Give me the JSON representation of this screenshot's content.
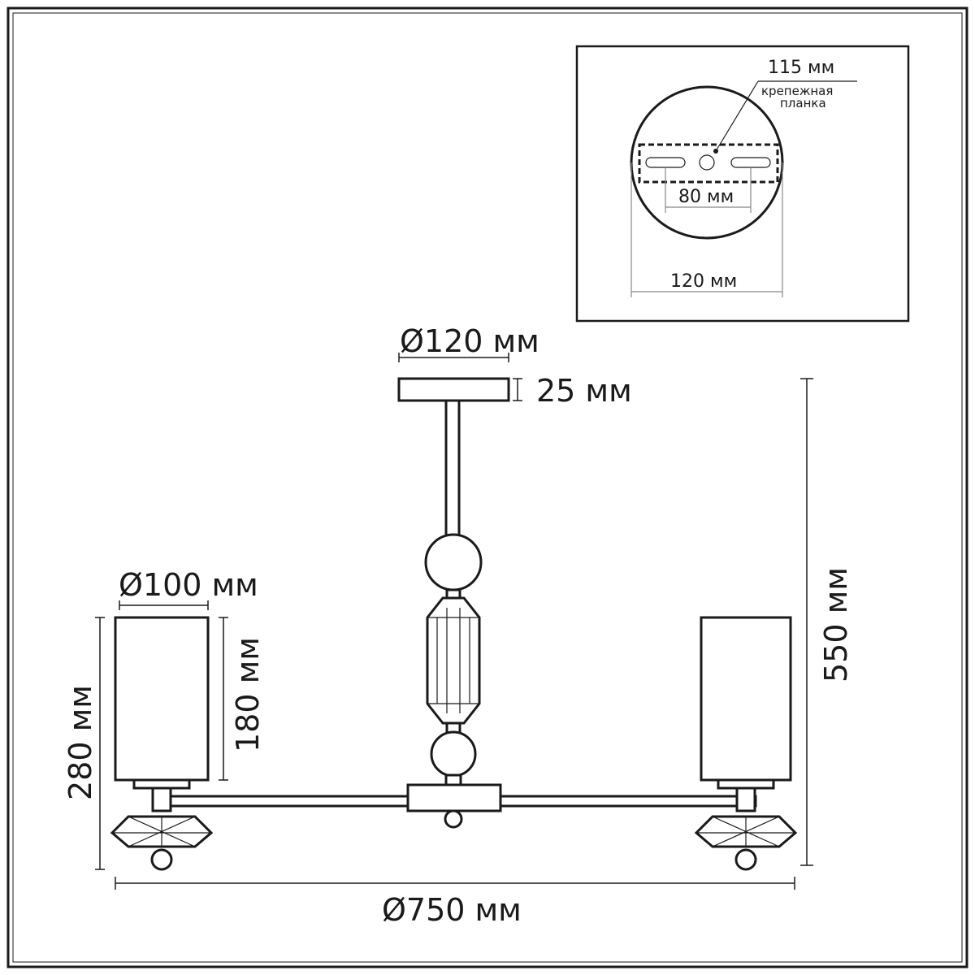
{
  "inset": {
    "mount_plate_length": "115 мм",
    "mount_plate_label_line1": "крепежная",
    "mount_plate_label_line2": "планка",
    "hole_spacing": "80 мм",
    "canopy_diameter": "120 мм"
  },
  "dimensions": {
    "canopy_diameter": "Ø120 мм",
    "canopy_height": "25 мм",
    "shade_diameter": "Ø100 мм",
    "shade_height": "180 мм",
    "arm_height": "280 мм",
    "total_height": "550 мм",
    "total_diameter": "Ø750 мм"
  }
}
